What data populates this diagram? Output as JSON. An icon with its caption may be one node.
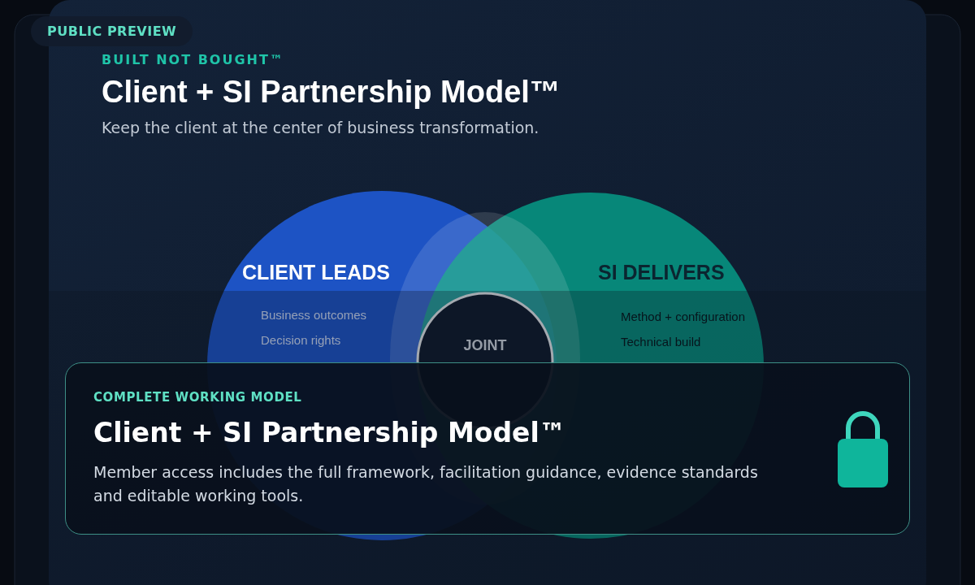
{
  "diagram": {
    "title": "Client + SI Partnership Model™",
    "nodes": [
      {
        "text": [
          "CLIENT LEADS",
          "Business outcomes",
          "Decision rights"
        ]
      },
      {
        "text": [
          "SI DELIVERS",
          "Method + configuration",
          "Technical build"
        ]
      },
      {
        "text": [],
        "shape": "circle"
      },
      {
        "text": [
          "JOINT"
        ],
        "in": 2
      }
    ],
    "labels": [
      "PUBLIC PREVIEW",
      "BUILT NOT BOUGHT™",
      "Keep the client at the center of business transformation.",
      "COMPLETE WORKING MODEL",
      "Client + SI Partnership Model™",
      "Member access includes the full framework, facilitation guidance, evidence standards and editable working tools."
    ]
  }
}
